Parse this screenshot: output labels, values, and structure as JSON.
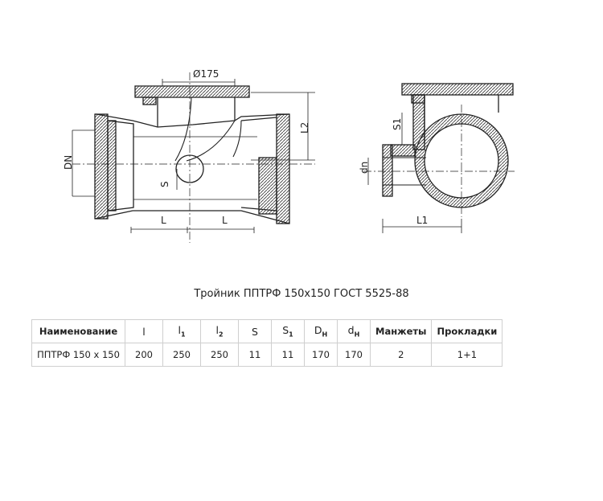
{
  "drawing": {
    "dim_diameter": "Ø175",
    "dim_L2": "L2",
    "dim_DN": "DN",
    "dim_S": "S",
    "dim_L_left": "L",
    "dim_L_right": "L",
    "dim_S1": "S1",
    "dim_dn": "dn",
    "dim_L1": "L1"
  },
  "caption": "Тройник ППТРФ 150x150 ГОСТ 5525-88",
  "table": {
    "headers": {
      "name": "Наименование",
      "l": "l",
      "l1_base": "l",
      "l1_sub": "1",
      "l2_base": "l",
      "l2_sub": "2",
      "s": "S",
      "s1_base": "S",
      "s1_sub": "1",
      "dh_base": "D",
      "dh_sub": "H",
      "dh2_base": "d",
      "dh2_sub": "H",
      "cuffs": "Манжеты",
      "gaskets": "Прокладки"
    },
    "row": {
      "name": "ППТРФ 150 х 150",
      "l": "200",
      "l1": "250",
      "l2": "250",
      "s": "11",
      "s1": "11",
      "dh": "170",
      "dh2": "170",
      "cuffs": "2",
      "gaskets": "1+1"
    }
  }
}
